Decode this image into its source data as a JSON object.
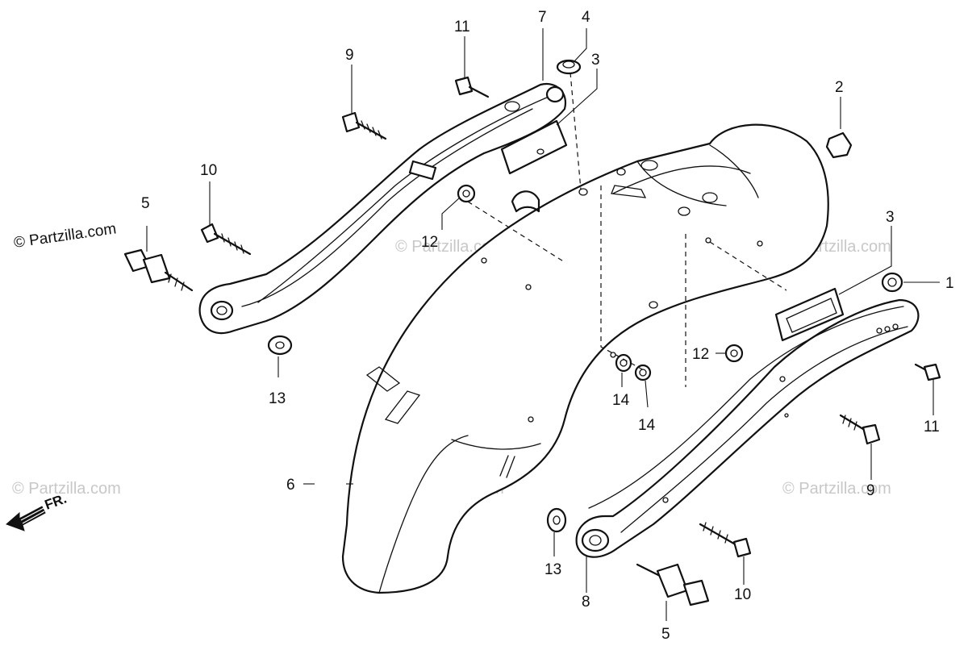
{
  "copyright": "© Partzilla.com",
  "watermark": "© Partzilla.com",
  "direction_label": "FR.",
  "callouts": {
    "c1": "1",
    "c2": "2",
    "c3a": "3",
    "c3b": "3",
    "c4": "4",
    "c5a": "5",
    "c5b": "5",
    "c6": "6",
    "c7": "7",
    "c8": "8",
    "c9a": "9",
    "c9b": "9",
    "c10a": "10",
    "c10b": "10",
    "c11a": "11",
    "c11b": "11",
    "c12a": "12",
    "c12b": "12",
    "c13a": "13",
    "c13b": "13",
    "c14a": "14",
    "c14b": "14"
  },
  "colors": {
    "ink": "#111111",
    "watermark": "#c8c8c8",
    "background": "#ffffff"
  }
}
